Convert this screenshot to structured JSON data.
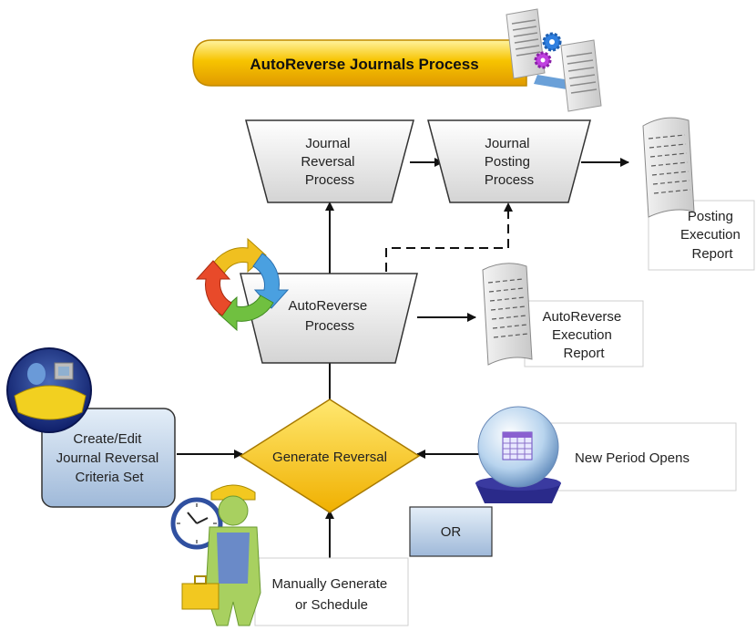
{
  "title": "AutoReverse Journals Process",
  "nodes": {
    "journal_reversal_process": [
      "Journal",
      "Reversal",
      "Process"
    ],
    "journal_posting_process": [
      "Journal",
      "Posting",
      "Process"
    ],
    "autoreverse_process": [
      "AutoReverse",
      "Process"
    ],
    "posting_execution_report": [
      "Posting",
      "Execution",
      "Report"
    ],
    "autoreverse_execution_report": [
      "AutoReverse",
      "Execution",
      "Report"
    ],
    "generate_reversal": "Generate Reversal",
    "create_edit_criteria": [
      "Create/Edit",
      "Journal Reversal",
      "Criteria Set"
    ],
    "new_period_opens": "New Period Opens",
    "or_label": "OR",
    "manually_generate": [
      "Manually Generate",
      "or Schedule"
    ]
  },
  "colors": {
    "title_bar": "#f5b800",
    "decision": "#f5c400",
    "criteria_box": "#b8cde6",
    "process_shape": "#e6e6e6",
    "arrow": "#111111"
  }
}
